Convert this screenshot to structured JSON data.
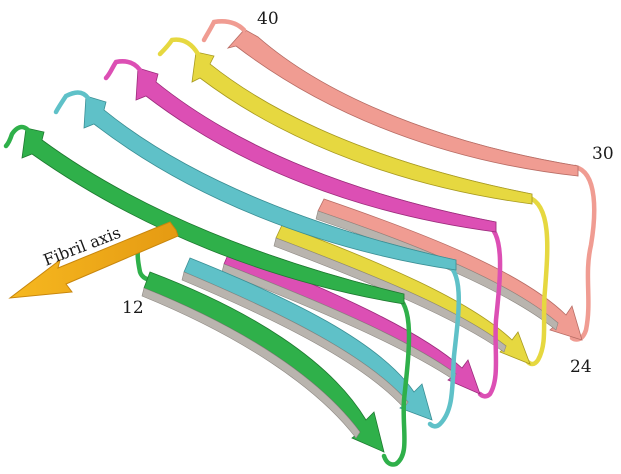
{
  "labels": {
    "residue_40": "40",
    "residue_30": "30",
    "residue_24": "24",
    "residue_12": "12",
    "fibril_axis": "Fibril axis"
  },
  "strands": [
    {
      "color": "#f09c92",
      "dark": "#b86c64",
      "side": "#b9b4ae"
    },
    {
      "color": "#e6d840",
      "dark": "#a89a20",
      "side": "#b9b4ae"
    },
    {
      "color": "#dc4fb4",
      "dark": "#9c2c7c",
      "side": "#b9b4ae"
    },
    {
      "color": "#5fc1c8",
      "dark": "#3a8f95",
      "side": "#b9b4ae"
    },
    {
      "color": "#2fb04a",
      "dark": "#1e7a30",
      "side": "#b9b4ae"
    }
  ],
  "axis_arrow_color": "#f2b21e"
}
